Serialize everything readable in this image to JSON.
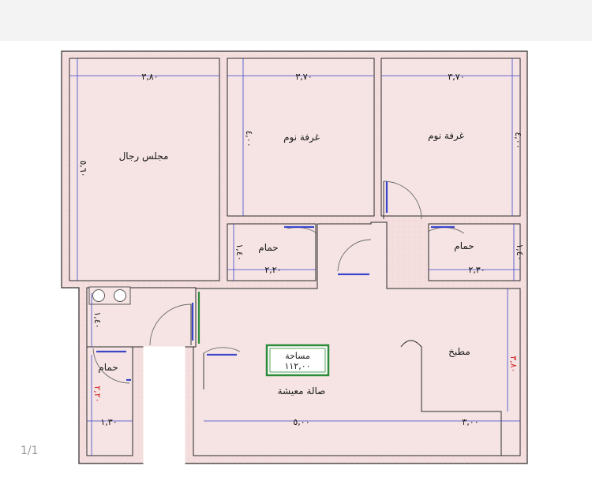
{
  "rooms": {
    "majlis": "مجلس رجال",
    "bedroom1": "غرفة نوم",
    "bedroom2": "غرفة نوم",
    "bath1": "حمام",
    "bath2": "حمام",
    "bath3": "حمام",
    "kitchen": "مطبخ",
    "living": "صالة معيشة"
  },
  "area_box": {
    "title": "مساحة",
    "value": "١١٢,٠٠"
  },
  "dimensions": {
    "majlis_width": "٣,٨٠",
    "majlis_depth": "٥,٦٠",
    "bed1_width": "٣,٧٠",
    "bed1_depth": "٤,٠٠",
    "bed2_width": "٣,٧٠",
    "bed2_depth": "٤,٠٠",
    "bath1_width": "٢,٢٠",
    "bath1_depth": "١,٤٠",
    "bath2_width": "٢,٣٠",
    "bath2_depth": "١,٤٠",
    "bath3_width": "١,٣٠",
    "bath3_depth": "٢,٢٠",
    "bath3_upper": "١,٤٠",
    "living_width": "٥,٠٠",
    "kitchen_width": "٣,٠٠",
    "kitchen_depth": "٣,٨٠"
  },
  "page_number": "1/1",
  "colors": {
    "wall_fill": "#f3dcdc",
    "wall_stroke": "#2a2a2a",
    "dimension_line": "#3b46c9",
    "window": "#3b46c9",
    "area_box_border": "#2e8b3a"
  }
}
